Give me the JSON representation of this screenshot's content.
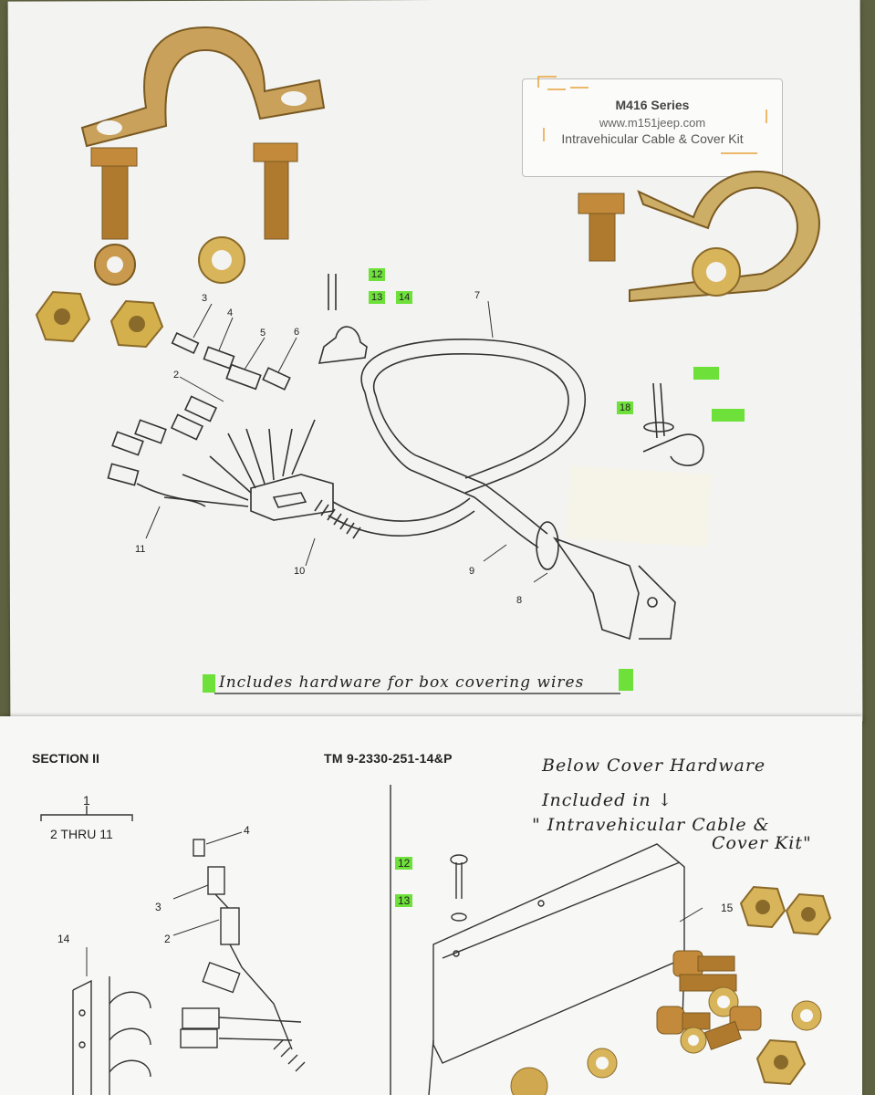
{
  "label_card": {
    "series": "M416 Series",
    "website": "www.m151jeep.com",
    "kit_name": "Intravehicular Cable & Cover Kit"
  },
  "top_diagram": {
    "callouts": [
      "3",
      "4",
      "5",
      "6",
      "7",
      "2",
      "11",
      "10",
      "9",
      "8"
    ],
    "highlighted_callouts": [
      "12",
      "13",
      "14",
      "18"
    ],
    "handwritten_note": "Includes hardware for box covering wires"
  },
  "bottom_page": {
    "section": "SECTION II",
    "tm_number": "TM  9-2330-251-14&P",
    "group_callout_top": "1",
    "group_callout_range": "2 THRU 11",
    "callouts": [
      "4",
      "3",
      "2",
      "14",
      "15"
    ],
    "highlighted_callouts": [
      "12",
      "13"
    ],
    "handwritten_line1": "Below Cover Hardware",
    "handwritten_line2": "Included in ↓",
    "handwritten_line3": "\" Intravehicular Cable &",
    "handwritten_line4": "Cover Kit\""
  }
}
